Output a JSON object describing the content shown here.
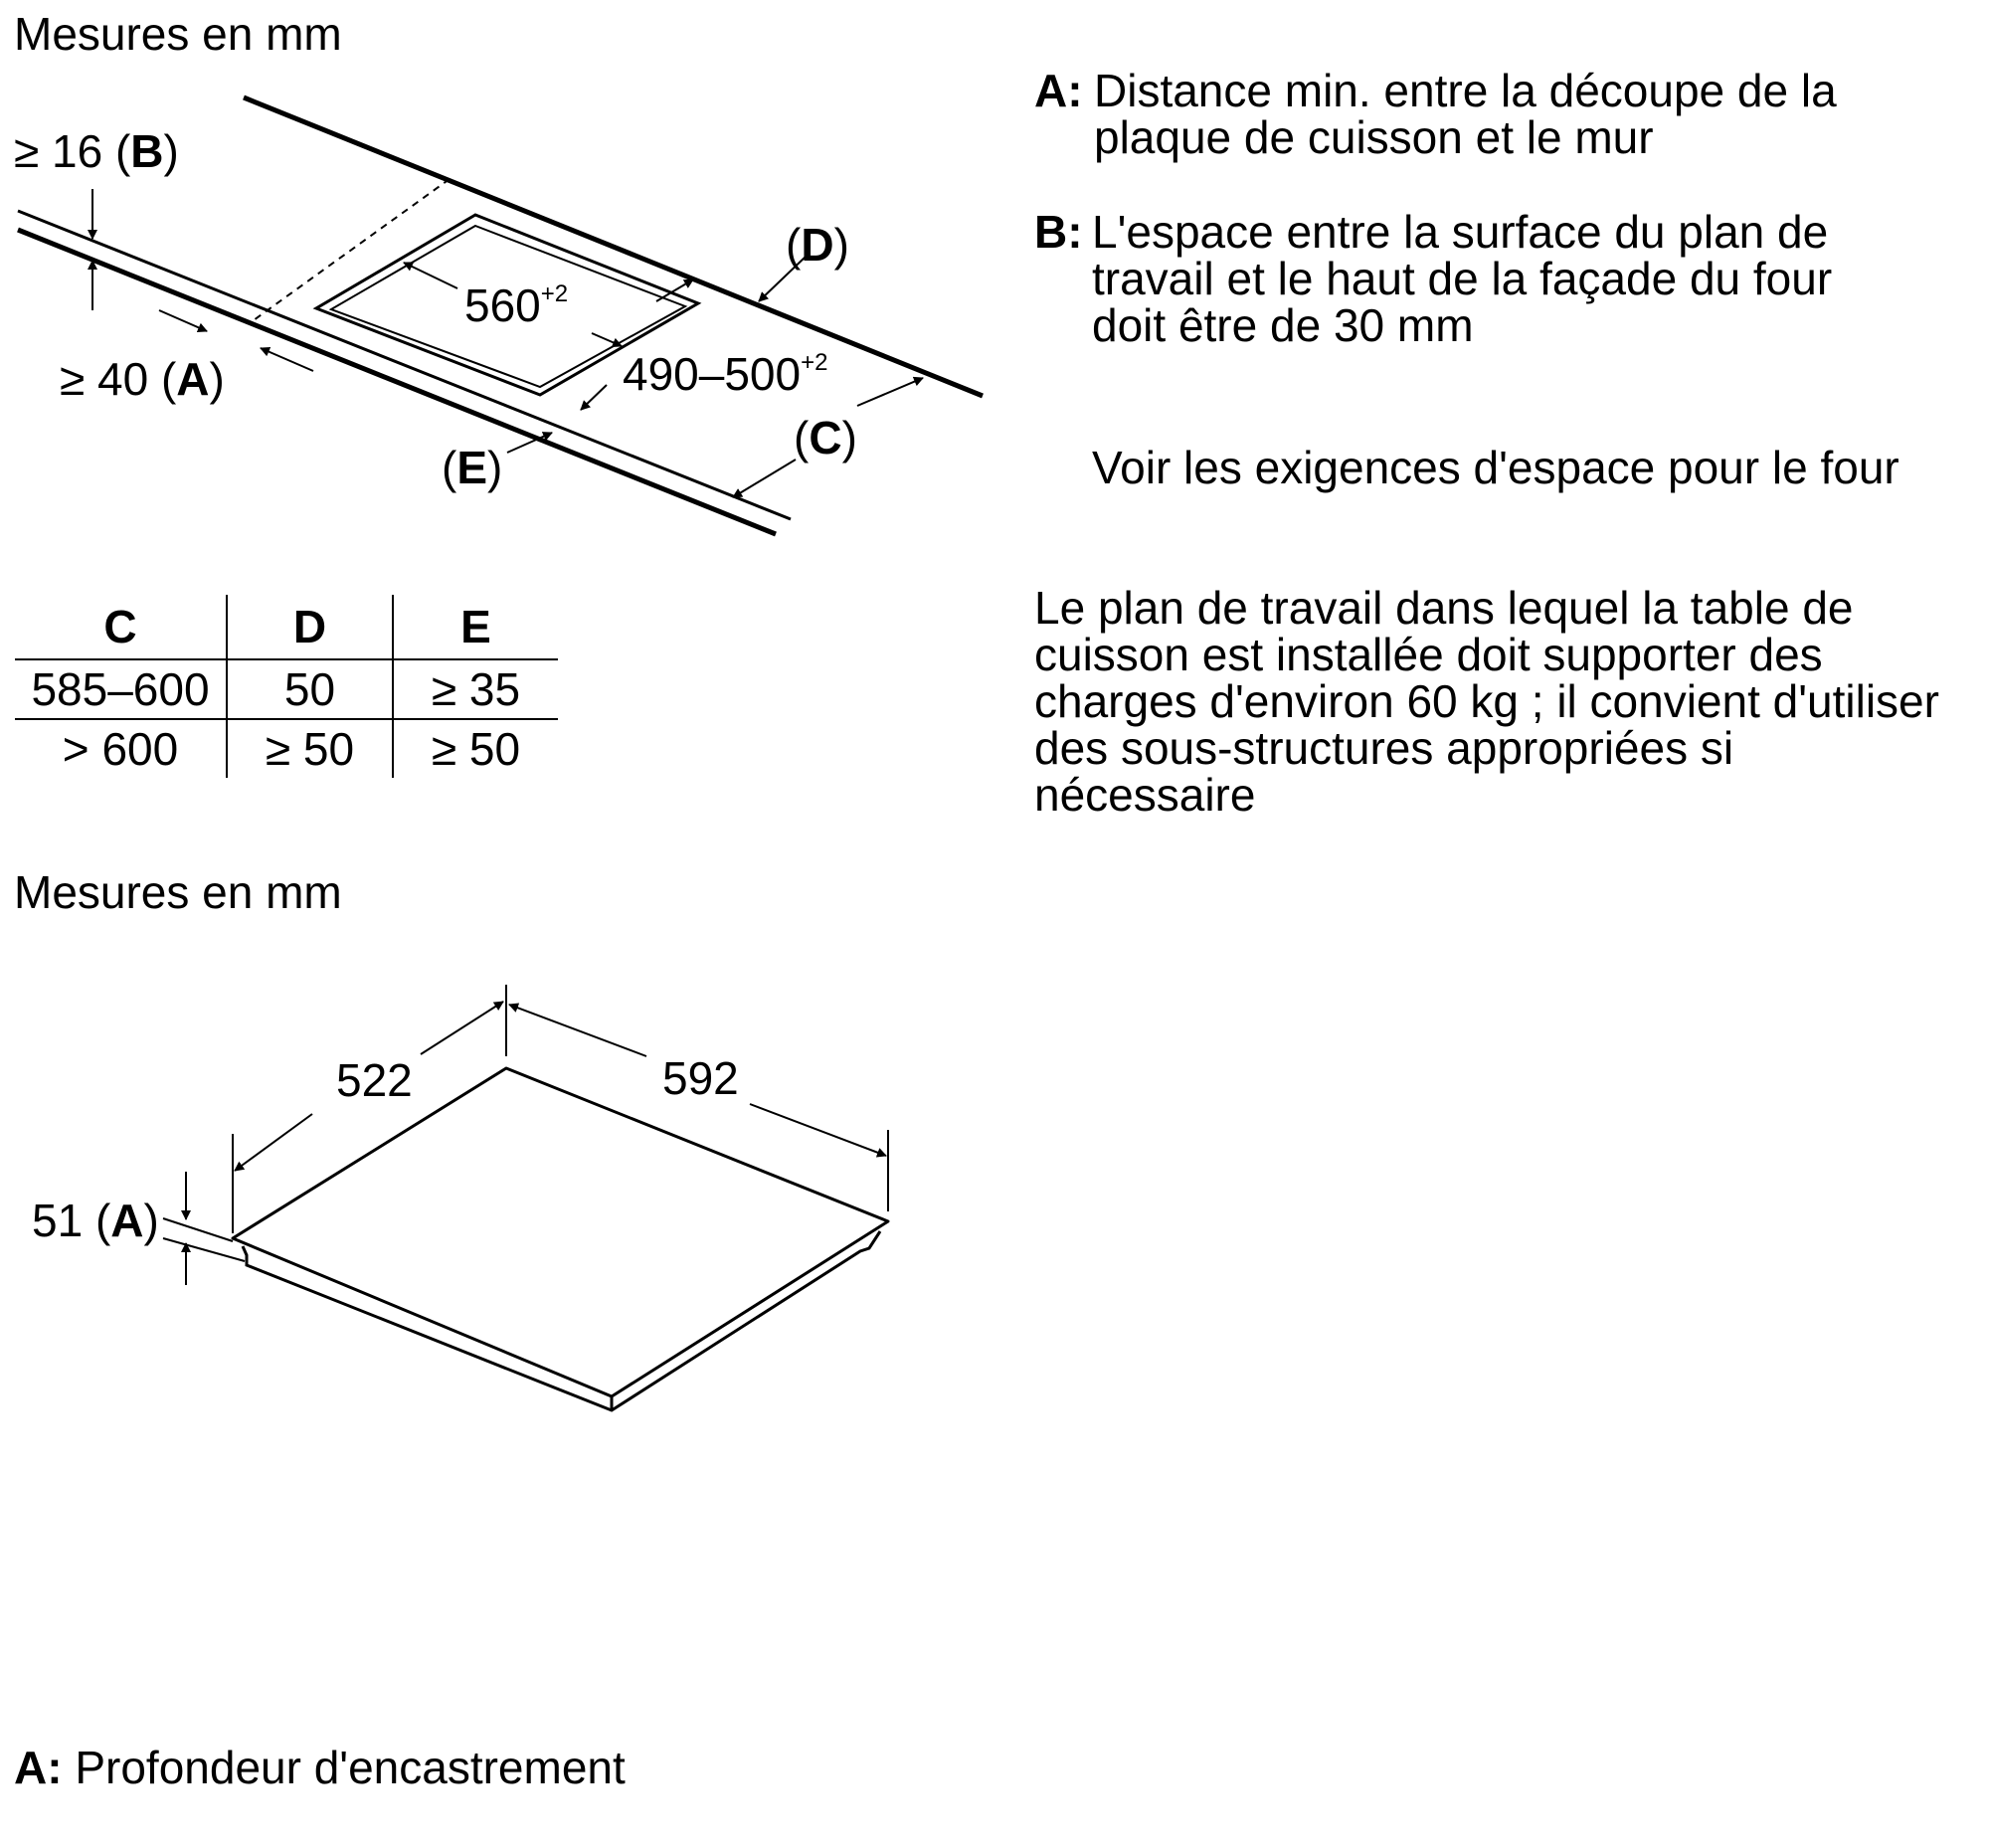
{
  "top_section": {
    "measure_label": "Mesures en mm",
    "diagram_labels": {
      "b_prefix": "≥ 16 (",
      "b_letter": "B",
      "b_suffix": ")",
      "a_prefix": "≥ 40 (",
      "a_letter": "A",
      "a_suffix": ")",
      "d_prefix": "(",
      "d_letter": "D",
      "d_suffix": ")",
      "c_prefix": "(",
      "c_letter": "C",
      "c_suffix": ")",
      "e_prefix": "(",
      "e_letter": "E",
      "e_suffix": ")",
      "width_value": "560",
      "width_tol": "+2",
      "depth_value": "490–500",
      "depth_tol": "+2"
    },
    "table": {
      "headers": [
        "C",
        "D",
        "E"
      ],
      "rows": [
        [
          "585–600",
          "50",
          "≥ 35"
        ],
        [
          "> 600",
          "≥ 50",
          "≥ 50"
        ]
      ]
    }
  },
  "notes": {
    "a_label": "A:",
    "a_line1": "Distance min. entre la découpe de la",
    "a_line2": "plaque de cuisson et le mur",
    "b_label": "B:",
    "b_line1": "L'espace entre la surface du plan de",
    "b_line2": "travail et le haut de la façade du four",
    "b_line3": "doit être de 30 mm",
    "oven_note": "Voir les exigences d'espace pour le four",
    "load_line1": "Le plan de travail dans lequel la table de",
    "load_line2": "cuisson est installée doit supporter des",
    "load_line3": "charges d'environ 60 kg ; il convient d'utiliser",
    "load_line4": "des sous-structures appropriées si",
    "load_line5": "nécessaire"
  },
  "bottom_section": {
    "measure_label": "Mesures en mm",
    "depth_value": "522",
    "width_value": "592",
    "height_prefix": "51 (",
    "height_letter": "A",
    "height_suffix": ")",
    "footer_label": "A:",
    "footer_text": "Profondeur d'encastrement"
  }
}
